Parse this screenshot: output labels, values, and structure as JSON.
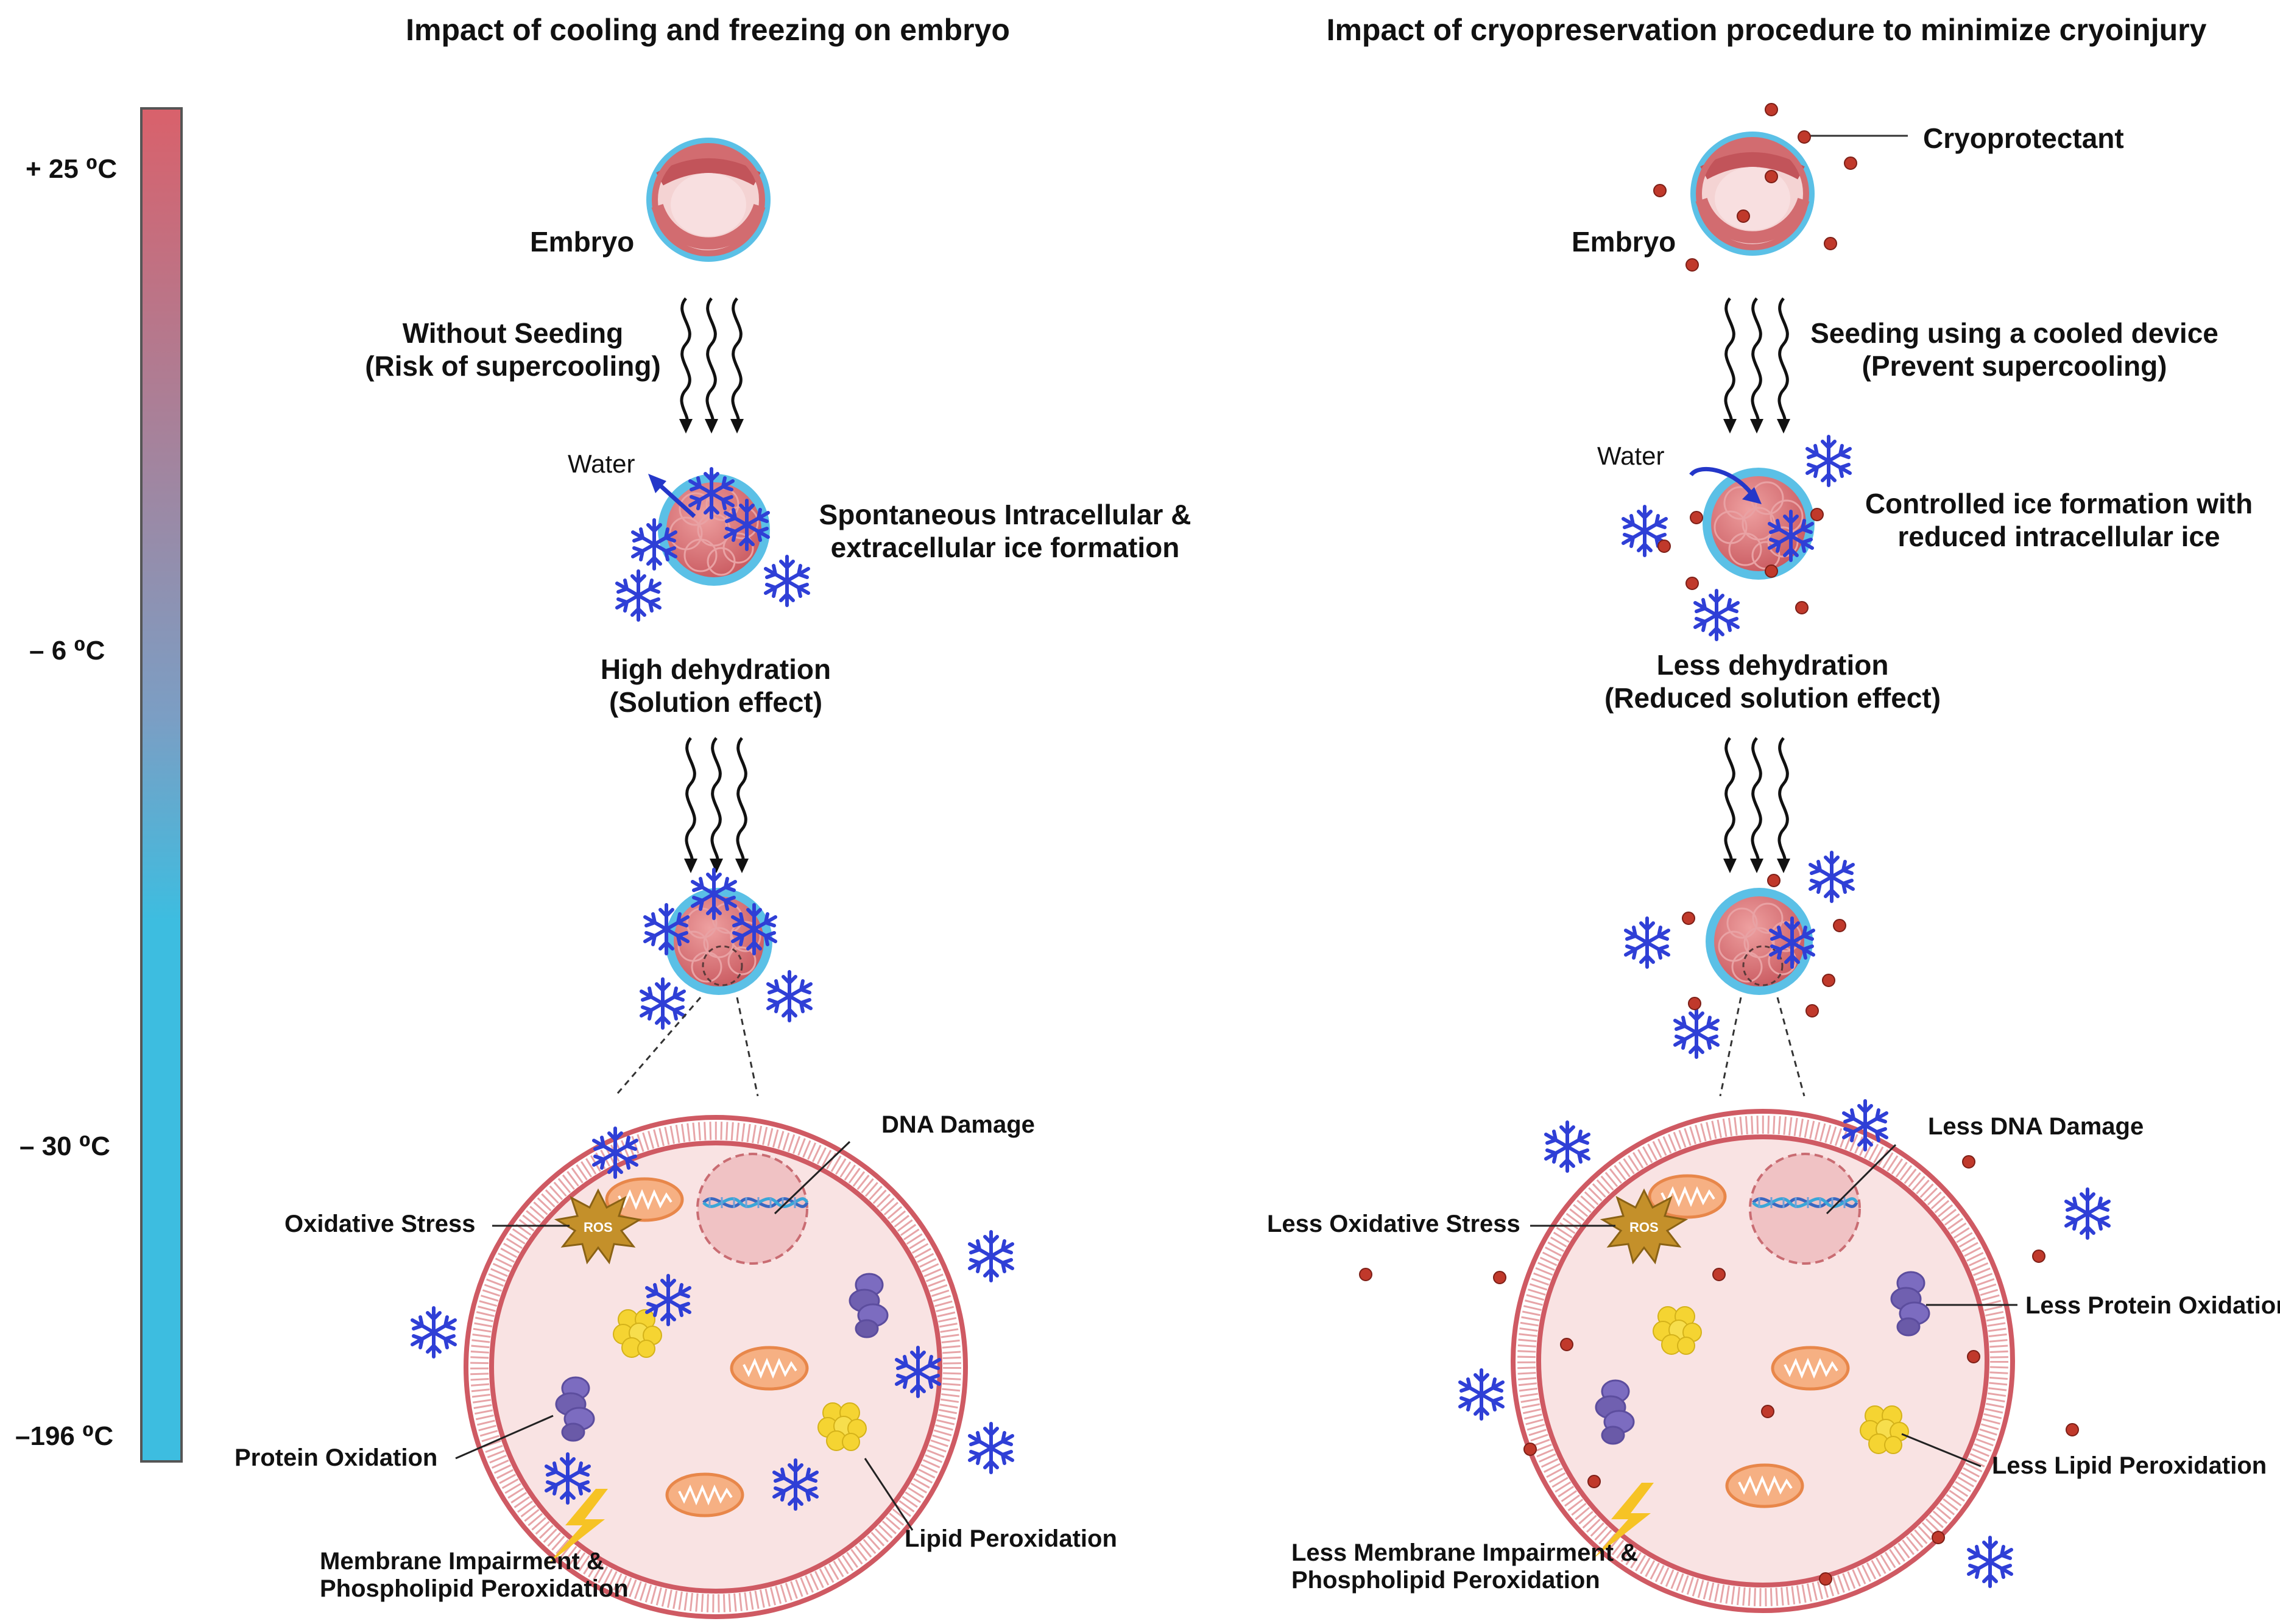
{
  "left_panel": {
    "title": "Impact of cooling and freezing on embryo",
    "embryo_label": "Embryo",
    "step1": [
      "Without Seeding",
      "(Risk of supercooling)"
    ],
    "water_label": "Water",
    "ice_formation": [
      "Spontaneous Intracellular &",
      "extracellular ice formation"
    ],
    "dehydration": [
      "High dehydration",
      "(Solution effect)"
    ],
    "damage": {
      "dna": "DNA Damage",
      "oxidative": "Oxidative Stress",
      "protein": "Protein Oxidation",
      "lipid": "Lipid Peroxidation",
      "membrane": [
        "Membrane Impairment &",
        "Phospholipid Peroxidation"
      ]
    }
  },
  "right_panel": {
    "title": "Impact of cryopreservation procedure to minimize cryoinjury",
    "cryoprotectant_label": "Cryoprotectant",
    "embryo_label": "Embryo",
    "step1": [
      "Seeding using a cooled device",
      "(Prevent supercooling)"
    ],
    "water_label": "Water",
    "ice_formation": [
      "Controlled ice formation with",
      "reduced intracellular ice"
    ],
    "dehydration": [
      "Less dehydration",
      "(Reduced solution effect)"
    ],
    "damage": {
      "dna": "Less DNA Damage",
      "oxidative": "Less Oxidative Stress",
      "protein": "Less Protein Oxidation",
      "lipid": "Less Lipid Peroxidation",
      "membrane": [
        "Less Membrane Impairment &",
        "Phospholipid Peroxidation"
      ]
    }
  },
  "temperature_scale": {
    "labels": [
      "+ 25 ⁰C",
      "– 6 ⁰C",
      "– 30 ⁰C",
      "–196 ⁰C"
    ],
    "top_color": "#d9616b",
    "bottom_color": "#3dbde0"
  },
  "ros_label": "ROS",
  "icons": [
    "snowflake-icon",
    "wavy-arrow-icon",
    "mitochondria-icon",
    "lightning-icon",
    "ros-burst-icon",
    "dna-icon",
    "protein-icon",
    "lipid-icon",
    "cryoprotectant-dot-icon"
  ],
  "colors": {
    "ice": "#2f3fd6",
    "membrane": "#cf5a63",
    "cytoplasm": "#f9e3e3",
    "zona": "#5bc0e6",
    "cryoprotectant": "#c0392b",
    "mito": "#f0a46a",
    "ros": "#c4902a",
    "lipid": "#f5d432",
    "protein": "#7060b0",
    "lightning": "#f6c325"
  }
}
